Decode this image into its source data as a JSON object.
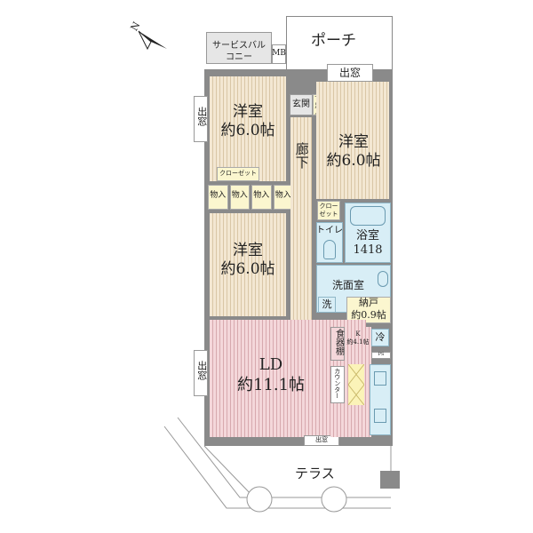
{
  "compass": {
    "label": "N"
  },
  "rooms": {
    "service_balcony": "サービスバルコニー",
    "mb": "MB",
    "porch": "ポーチ",
    "bay_window_top": "出窓",
    "bedroom1": {
      "name": "洋室",
      "size": "約6.0帖"
    },
    "bedroom2": {
      "name": "洋室",
      "size": "約6.0帖"
    },
    "bedroom3": {
      "name": "洋室",
      "size": "約6.0帖"
    },
    "bay_window_left1": "出窓",
    "bay_window_left2": "出窓",
    "bay_window_bottom": "出窓",
    "closet1": "クローゼット",
    "closet2": "クローゼット",
    "storage": [
      "物入",
      "物入",
      "物入",
      "物入"
    ],
    "entrance": "玄関",
    "shoe_storage": "下足入",
    "corridor": "廊下",
    "toilet": "トイレ",
    "bath": {
      "name": "浴室",
      "size": "1418"
    },
    "washroom": "洗面室",
    "washer": "洗",
    "storeroom": {
      "name": "納戸",
      "size": "約0.9帖"
    },
    "cupboard": "食器棚",
    "kitchen": {
      "name": "K",
      "size": "約4.1帖"
    },
    "fridge": "冷",
    "ps": "PS",
    "counter": "カウンター",
    "ld": {
      "name": "LD",
      "size": "約11.1帖"
    },
    "terrace": "テラス"
  },
  "colors": {
    "wood": "#f3e7d2",
    "ld": "#f4d7da",
    "wet": "#d8eef6",
    "storage": "#fbf6cf",
    "wall": "#8a8a8a"
  }
}
